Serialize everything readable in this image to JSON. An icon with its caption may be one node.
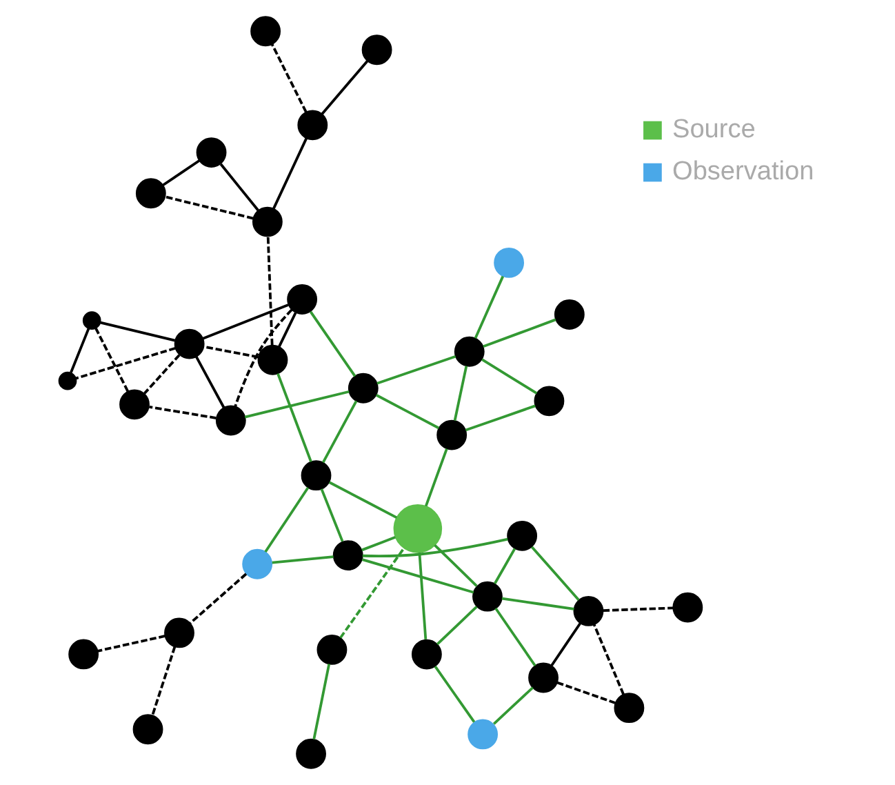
{
  "diagram": {
    "nodes": [
      {
        "text": [],
        "shape": "circle"
      },
      {
        "text": [],
        "shape": "circle"
      },
      {
        "text": [],
        "shape": "circle"
      },
      {
        "text": [],
        "shape": "circle"
      },
      {
        "text": [],
        "shape": "circle"
      },
      {
        "text": [],
        "shape": "circle"
      },
      {
        "text": [],
        "shape": "circle"
      },
      {
        "text": [],
        "shape": "circle"
      },
      {
        "text": [],
        "shape": "circle"
      },
      {
        "text": [],
        "shape": "circle"
      },
      {
        "text": [],
        "shape": "circle"
      },
      {
        "text": [],
        "shape": "circle"
      },
      {
        "text": [],
        "shape": "circle"
      },
      {
        "text": [],
        "shape": "circle"
      },
      {
        "text": [],
        "shape": "circle"
      },
      {
        "text": [],
        "shape": "circle"
      },
      {
        "text": [],
        "shape": "circle"
      },
      {
        "text": [],
        "shape": "circle"
      },
      {
        "text": [],
        "shape": "circle"
      },
      {
        "text": [],
        "shape": "circle"
      },
      {
        "text": [],
        "shape": "circle"
      },
      {
        "text": [],
        "shape": "circle"
      },
      {
        "text": [],
        "shape": "circle"
      },
      {
        "text": [],
        "shape": "circle"
      },
      {
        "text": [],
        "shape": "circle"
      },
      {
        "text": [],
        "shape": "circle"
      },
      {
        "text": [],
        "shape": "circle"
      },
      {
        "text": [],
        "shape": "circle"
      },
      {
        "text": [],
        "shape": "circle"
      },
      {
        "text": [],
        "shape": "circle"
      },
      {
        "text": [],
        "shape": "circle"
      },
      {
        "text": [],
        "shape": "circle"
      },
      {
        "text": [],
        "shape": "circle"
      },
      {
        "text": [],
        "shape": "circle"
      },
      {
        "text": [],
        "shape": "circle"
      },
      {
        "text": [],
        "shape": "circle"
      }
    ],
    "edges": [
      {
        "from": 0,
        "to": 2,
        "arrow": "none"
      },
      {
        "from": 2,
        "to": 9,
        "arrow": "none",
        "style": "dashed"
      },
      {
        "from": 1,
        "to": 5,
        "arrow": "none"
      },
      {
        "from": 1,
        "to": 4,
        "arrow": "none"
      },
      {
        "from": 5,
        "to": 4,
        "arrow": "none"
      },
      {
        "from": 4,
        "to": 3,
        "arrow": "none"
      },
      {
        "from": 4,
        "to": 7,
        "arrow": "none"
      },
      {
        "from": 4,
        "to": 10,
        "arrow": "none"
      },
      {
        "from": 5,
        "to": 10,
        "arrow": "none"
      },
      {
        "from": 5,
        "to": 9,
        "arrow": "none"
      },
      {
        "from": 6,
        "to": 8,
        "arrow": "none"
      },
      {
        "from": 6,
        "to": 9,
        "arrow": "none"
      },
      {
        "from": 6,
        "to": 12,
        "arrow": "none"
      },
      {
        "from": 8,
        "to": 19,
        "arrow": "none"
      },
      {
        "from": 12,
        "to": 9,
        "arrow": "none"
      },
      {
        "from": 12,
        "to": 19,
        "arrow": "none"
      },
      {
        "from": 12,
        "to": 23,
        "arrow": "none"
      },
      {
        "from": 12,
        "to": 20,
        "arrow": "none"
      },
      {
        "from": 12,
        "to": 15,
        "arrow": "none"
      },
      {
        "from": 9,
        "to": 15,
        "arrow": "none"
      },
      {
        "from": 9,
        "to": 13,
        "arrow": "none"
      },
      {
        "from": 10,
        "to": 13,
        "arrow": "none"
      },
      {
        "from": 10,
        "to": 11,
        "arrow": "none"
      },
      {
        "from": 10,
        "to": 14,
        "arrow": "none"
      },
      {
        "from": 13,
        "to": 15,
        "arrow": "none"
      },
      {
        "from": 13,
        "to": 18,
        "arrow": "none"
      },
      {
        "from": 13,
        "to": 24,
        "arrow": "none"
      },
      {
        "from": 15,
        "to": 20,
        "arrow": "none"
      },
      {
        "from": 15,
        "to": 24,
        "arrow": "none"
      },
      {
        "from": 23,
        "to": 20,
        "arrow": "none"
      },
      {
        "from": 14,
        "to": 11,
        "arrow": "none",
        "style": "dashed",
        "color": "#000000"
      },
      {
        "from": 14,
        "to": 18,
        "arrow": "none",
        "color": "#000000"
      },
      {
        "from": 14,
        "to": 16,
        "arrow": "none",
        "color": "#000000"
      },
      {
        "from": 11,
        "to": 16,
        "arrow": "none",
        "color": "#000000"
      },
      {
        "from": 11,
        "to": 17,
        "arrow": "none",
        "style": "dashed",
        "color": "#000000"
      },
      {
        "from": 18,
        "to": 16,
        "arrow": "none",
        "style": "dashed",
        "color": "#000000"
      },
      {
        "from": 16,
        "to": 17,
        "arrow": "none",
        "style": "dashed",
        "color": "#000000"
      },
      {
        "from": 16,
        "to": 21,
        "arrow": "none",
        "style": "dashed",
        "color": "#000000"
      },
      {
        "from": 16,
        "to": 22,
        "arrow": "none",
        "color": "#000000"
      },
      {
        "from": 21,
        "to": 22,
        "arrow": "none",
        "color": "#000000"
      },
      {
        "from": 17,
        "to": 22,
        "arrow": "none",
        "style": "dashed",
        "color": "#000000"
      },
      {
        "from": 18,
        "to": 25,
        "arrow": "none",
        "style": "dashed",
        "color": "#000000"
      },
      {
        "from": 25,
        "to": 27,
        "arrow": "none",
        "style": "dashed",
        "color": "#000000"
      },
      {
        "from": 25,
        "to": 29,
        "arrow": "none",
        "color": "#000000"
      },
      {
        "from": 25,
        "to": 30,
        "arrow": "none",
        "color": "#000000"
      },
      {
        "from": 30,
        "to": 27,
        "arrow": "none",
        "color": "#000000"
      },
      {
        "from": 29,
        "to": 33,
        "arrow": "none",
        "style": "dashed",
        "color": "#000000"
      },
      {
        "from": 29,
        "to": 35,
        "arrow": "none",
        "color": "#000000"
      },
      {
        "from": 19,
        "to": 23,
        "arrow": "none",
        "color": "#000000"
      },
      {
        "from": 19,
        "to": 26,
        "arrow": "none",
        "style": "dashed",
        "color": "#000000"
      },
      {
        "from": 26,
        "to": 23,
        "arrow": "none",
        "style": "dashed",
        "color": "#000000"
      },
      {
        "from": 23,
        "to": 31,
        "arrow": "none",
        "style": "dashed",
        "color": "#000000"
      },
      {
        "from": 24,
        "to": 28,
        "arrow": "none",
        "style": "dashed",
        "color": "#000000"
      },
      {
        "from": 28,
        "to": 32,
        "arrow": "none",
        "style": "dashed",
        "color": "#000000"
      },
      {
        "from": 28,
        "to": 34,
        "arrow": "none",
        "style": "dashed",
        "color": "#000000"
      }
    ],
    "legend": [
      {
        "text": "Source",
        "color": "#5cbf4a"
      },
      {
        "text": "Observation",
        "color": "#4aa8e8"
      }
    ]
  }
}
